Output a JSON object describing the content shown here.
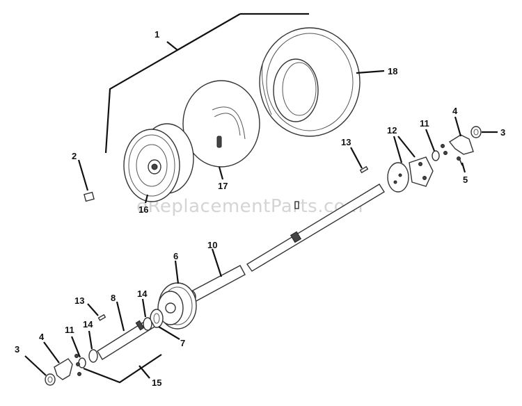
{
  "watermark": "eReplacementParts.com",
  "callouts": [
    "1",
    "2",
    "3",
    "3",
    "4",
    "4",
    "5",
    "6",
    "7",
    "8",
    "10",
    "11",
    "11",
    "12",
    "13",
    "13",
    "14",
    "14",
    "15",
    "16",
    "17",
    "18"
  ]
}
